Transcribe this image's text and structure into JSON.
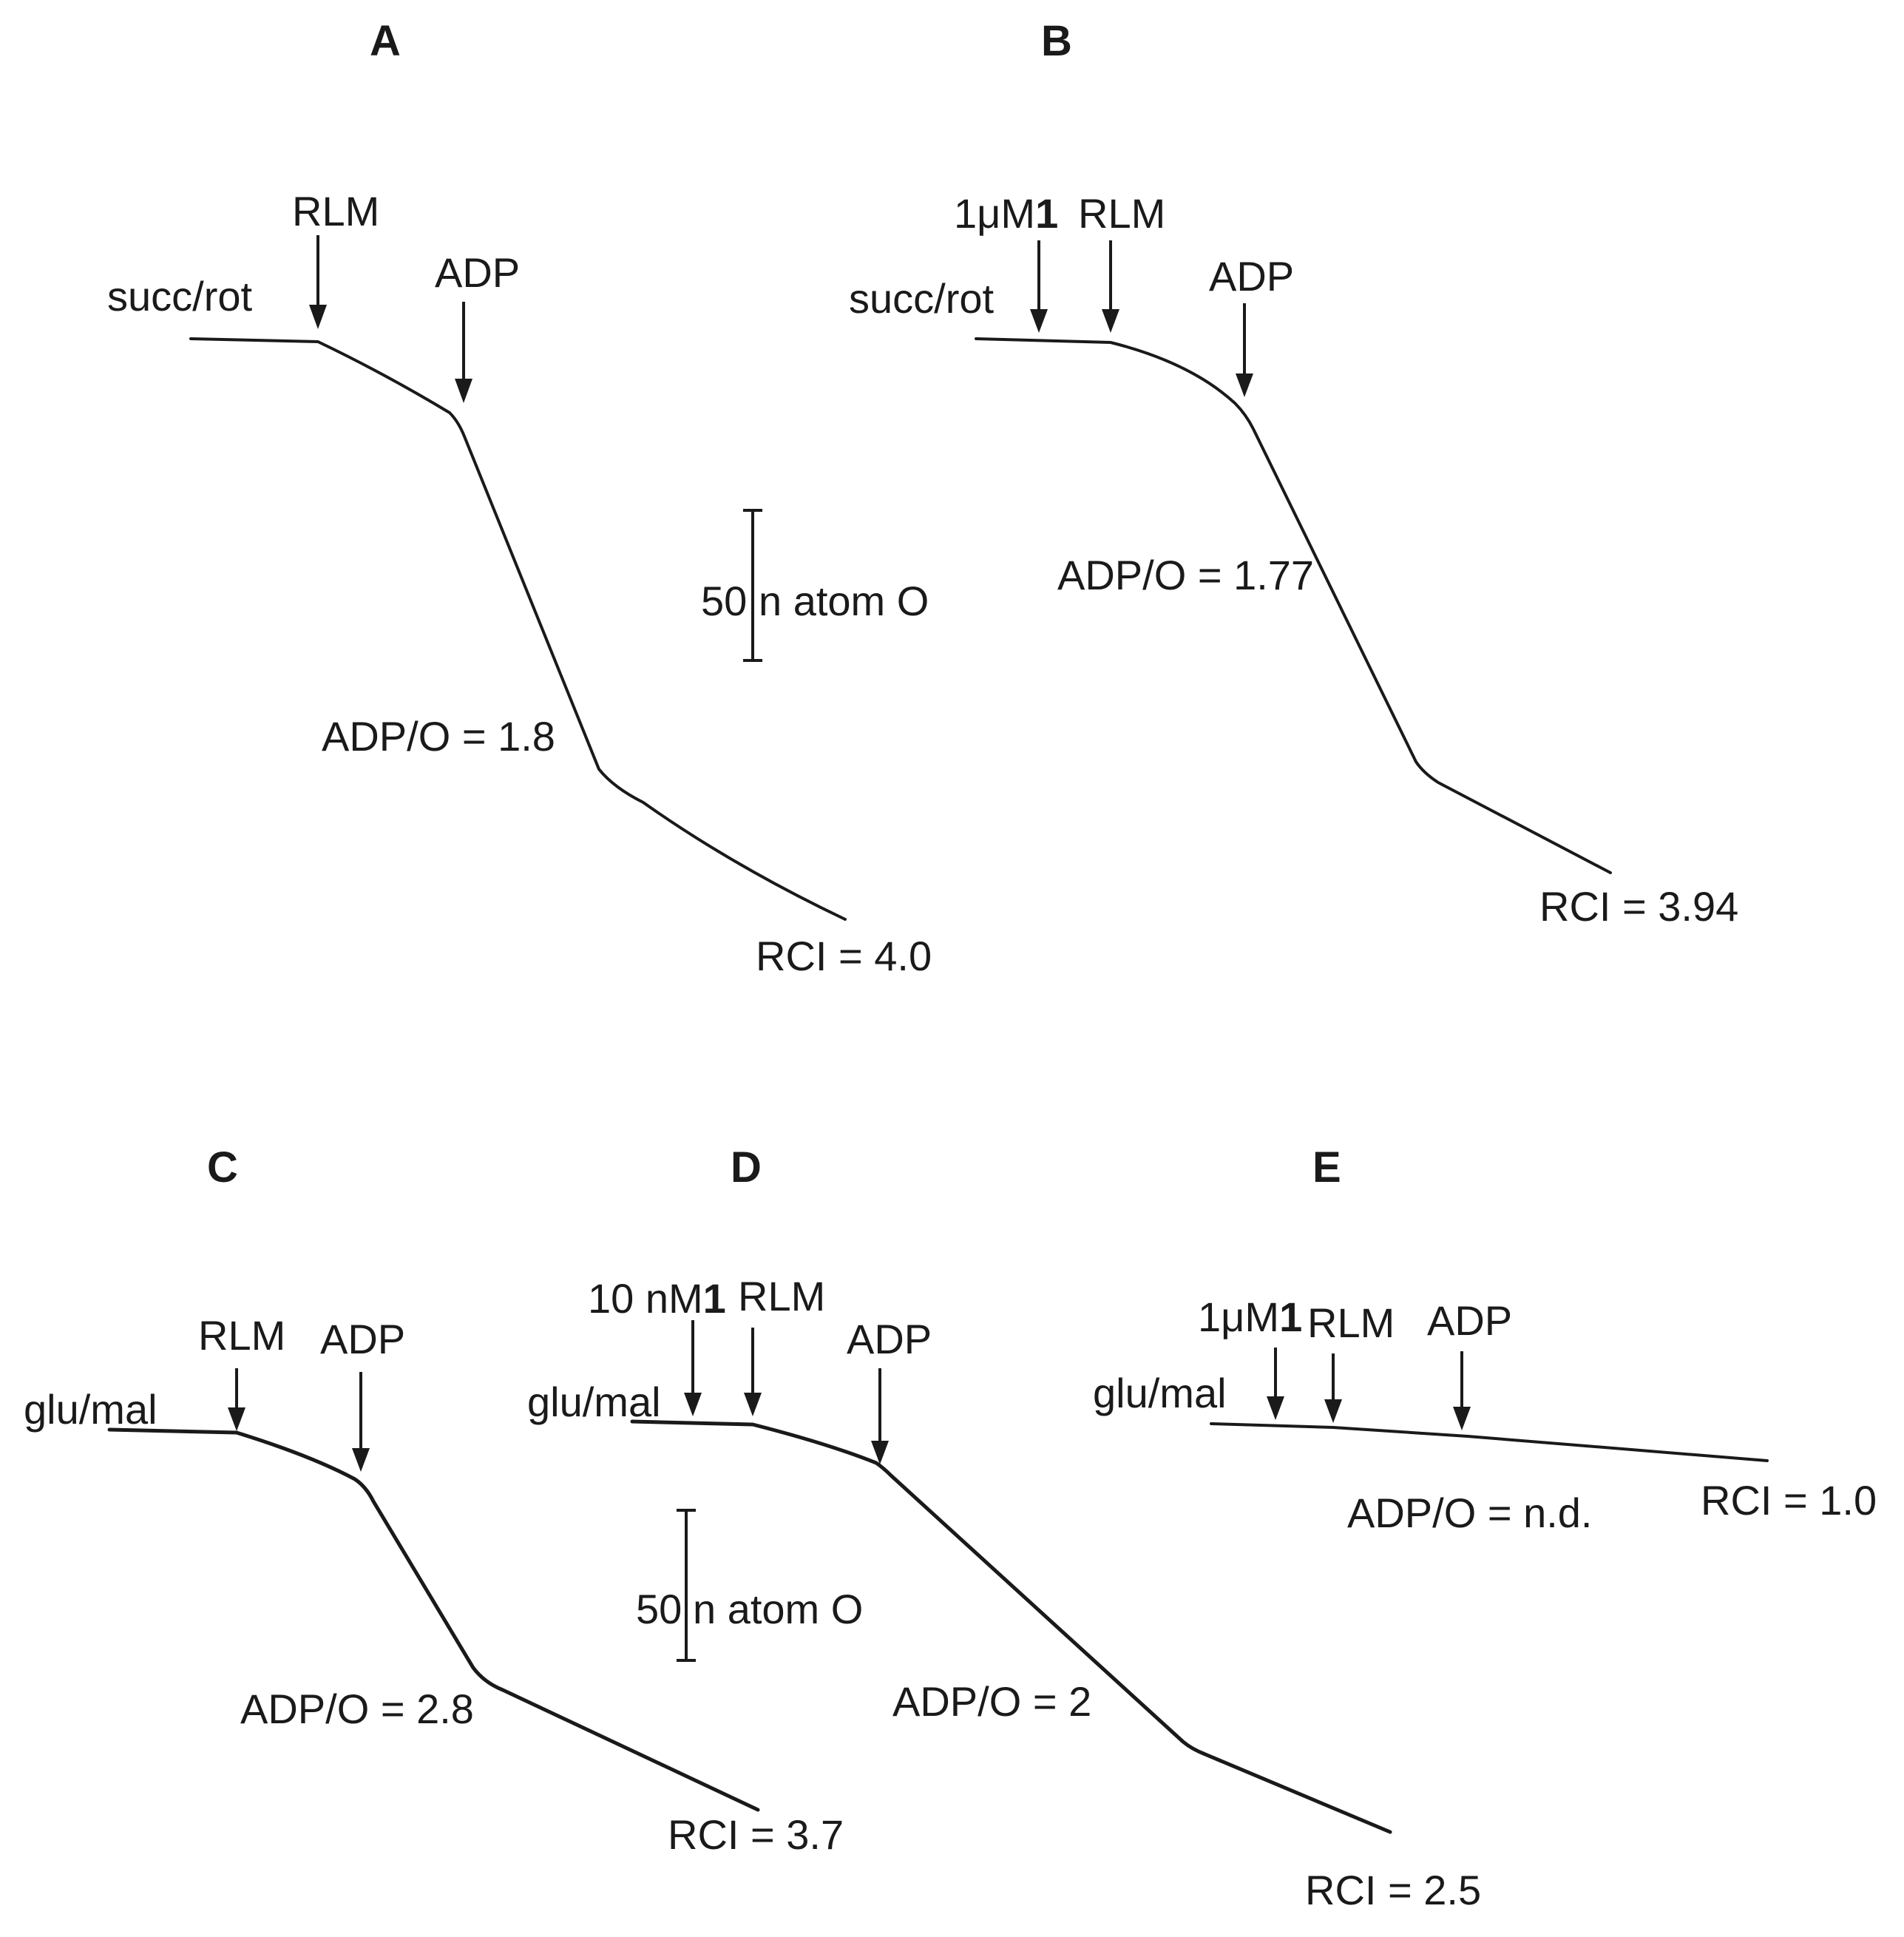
{
  "panels": {
    "A": {
      "letter": "A",
      "substrate": "succ/rot",
      "arrows": [
        "RLM",
        "ADP"
      ],
      "adp_o": "ADP/O = 1.8",
      "rci": "RCI = 4.0"
    },
    "B": {
      "letter": "B",
      "substrate": "succ/rot",
      "arrows": [
        "1μM",
        "RLM",
        "ADP"
      ],
      "compound": "1",
      "adp_o": "ADP/O = 1.77",
      "rci": "RCI = 3.94"
    },
    "C": {
      "letter": "C",
      "substrate": "glu/mal",
      "arrows": [
        "RLM",
        "ADP"
      ],
      "adp_o": "ADP/O = 2.8",
      "rci": "RCI = 3.7"
    },
    "D": {
      "letter": "D",
      "substrate": "glu/mal",
      "arrows": [
        "10 nM",
        "RLM",
        "ADP"
      ],
      "compound": "1",
      "adp_o": "ADP/O = 2",
      "rci": "RCI = 2.5"
    },
    "E": {
      "letter": "E",
      "substrate": "glu/mal",
      "arrows": [
        "1μM",
        "RLM",
        "ADP"
      ],
      "compound": "1",
      "adp_o": "ADP/O = n.d.",
      "rci": "RCI = 1.0"
    }
  },
  "scale_bar": {
    "value": "50",
    "unit": "n atom O"
  }
}
